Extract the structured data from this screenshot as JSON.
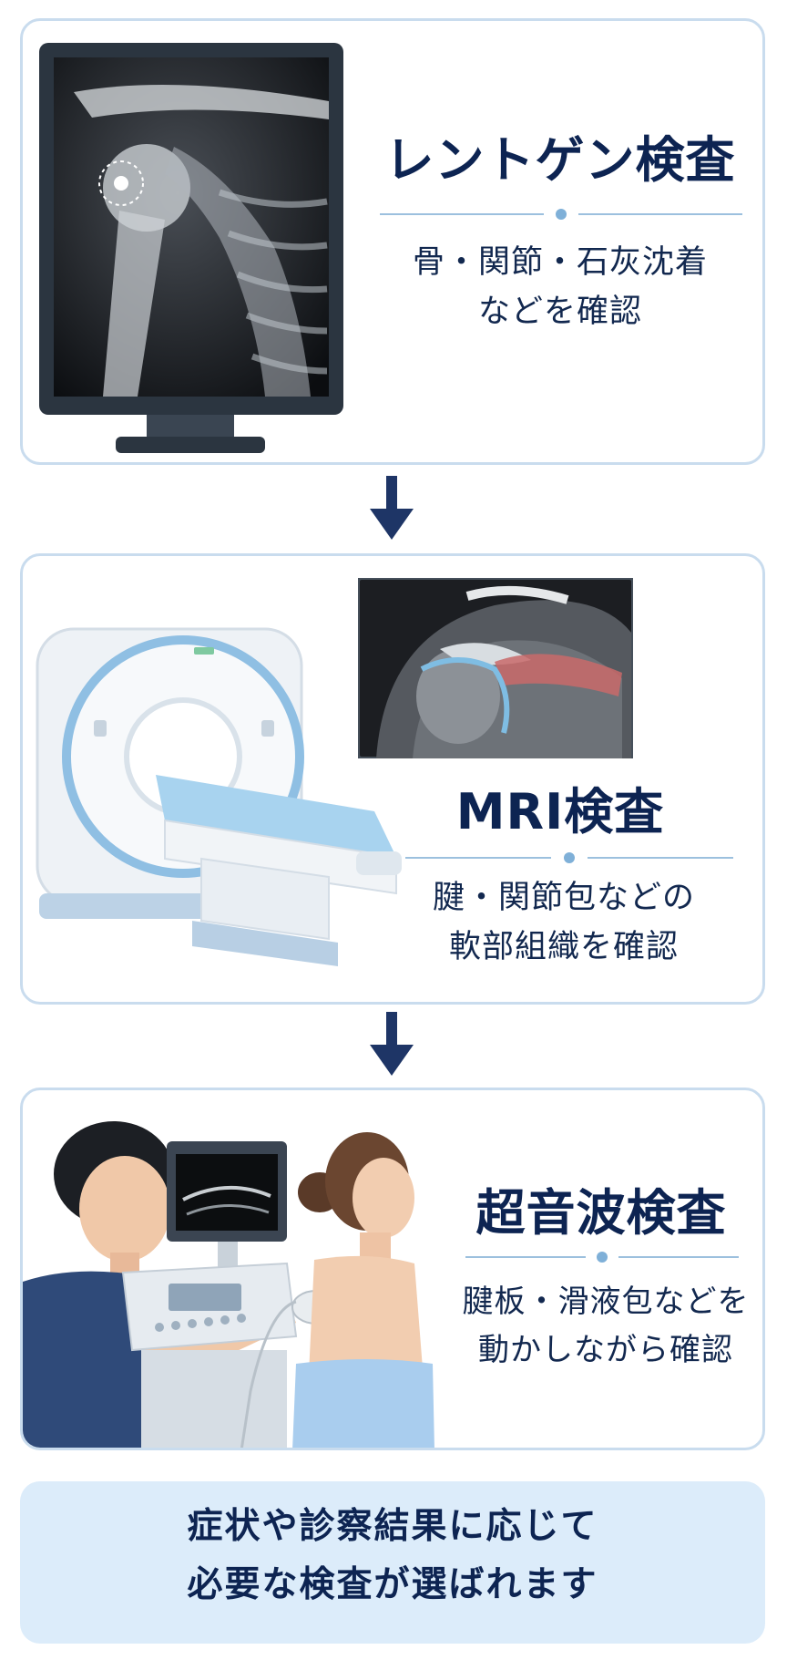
{
  "steps": [
    {
      "title": "レントゲン検査",
      "desc": [
        "骨・関節・石灰沈着",
        "などを確認"
      ]
    },
    {
      "title": "MRI検査",
      "desc": [
        "腱・関節包などの",
        "軟部組織を確認"
      ]
    },
    {
      "title": "超音波検査",
      "desc": [
        "腱板・滑液包などを",
        "動かしながら確認"
      ]
    }
  ],
  "summary": [
    "症状や診察結果に応じて",
    "必要な検査が選ばれます"
  ],
  "colors": {
    "title": "#0d2452",
    "card_border": "#c9dcee",
    "arrow": "#1e3566",
    "summary_bg": "#dcecfa",
    "divider": "#9cc0de"
  }
}
